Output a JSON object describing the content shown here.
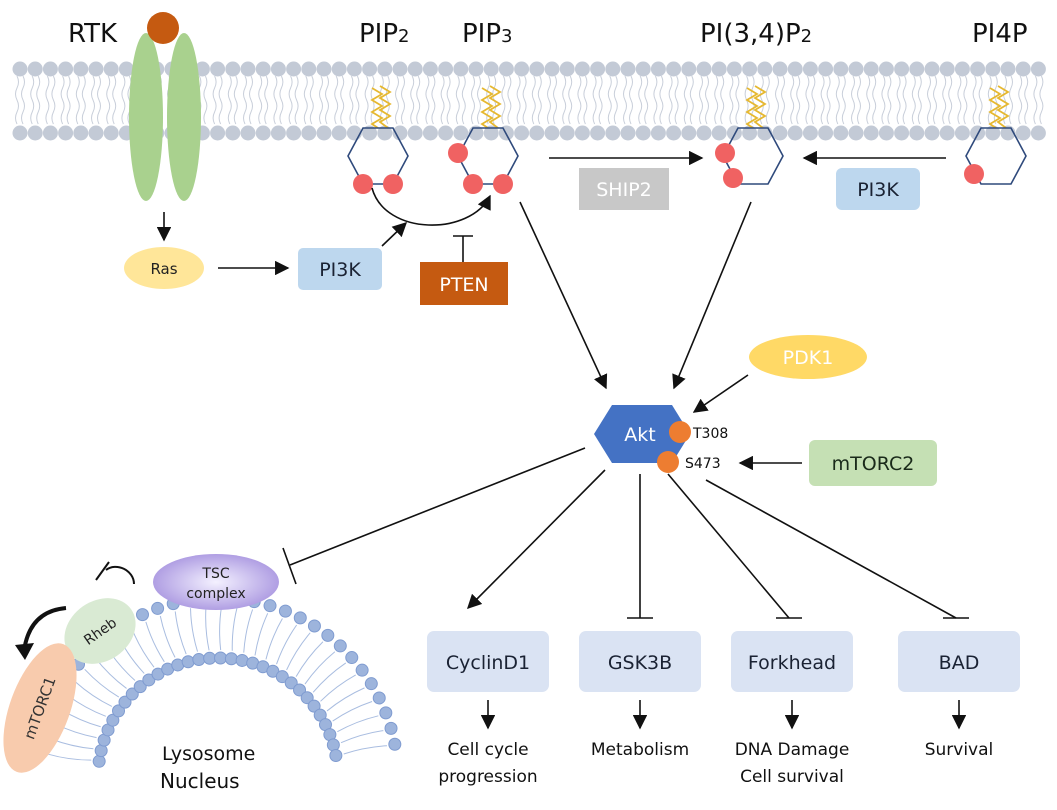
{
  "title": "PI3K/Akt signaling pathway",
  "colors": {
    "membrane_head": "#c3cad6",
    "lipid_tail": "#e6b830",
    "inositol_ring": "#2f4a7c",
    "phosphate": "#f06262",
    "rtk": "#a9d18e",
    "ligand": "#c55a11",
    "ras": "#ffe699",
    "pi3k": "#bdd7ee",
    "pten": "#c55a11",
    "ship2": "#c8c8c8",
    "pdk1": "#ffd966",
    "akt": "#4472c4",
    "akt_site": "#ed7d31",
    "mtorc2": "#c5e0b4",
    "target_box": "#dae3f3",
    "tsc": "#b4a7e5",
    "rheb": "#d9ead3",
    "mtorc1": "#f8cbad",
    "lysosome_head": "#9db4dc"
  },
  "membrane": {
    "lipids": [
      {
        "id": "pip2",
        "label": "PIP",
        "sub": "2",
        "phosphates": 2
      },
      {
        "id": "pip3",
        "label": "PIP",
        "sub": "3",
        "phosphates": 3
      },
      {
        "id": "pi34p2",
        "label": "PI(3,4)P",
        "sub": "2",
        "phosphates": 2
      },
      {
        "id": "pi4p",
        "label": "PI4P",
        "sub": "",
        "phosphates": 1
      }
    ],
    "receptor": {
      "label": "RTK"
    }
  },
  "nodes": {
    "ras": "Ras",
    "pi3k_left": "PI3K",
    "pten": "PTEN",
    "ship2": "SHIP2",
    "pi3k_right": "PI3K",
    "pdk1": "PDK1",
    "akt": "Akt",
    "t308": "T308",
    "s473": "S473",
    "mtorc2": "mTORC2",
    "tsc_line1": "TSC",
    "tsc_line2": "complex",
    "rheb": "Rheb",
    "mtorc1": "mTORC1",
    "lysosome": "Lysosome",
    "nucleus": "Nucleus"
  },
  "targets": [
    {
      "label": "CyclinD1",
      "effect": "activates",
      "outcome": [
        "Cell cycle",
        "progression"
      ]
    },
    {
      "label": "GSK3B",
      "effect": "inhibits",
      "outcome": [
        "Metabolism"
      ]
    },
    {
      "label": "Forkhead",
      "effect": "inhibits",
      "outcome": [
        "DNA Damage",
        "Cell survival"
      ]
    },
    {
      "label": "BAD",
      "effect": "inhibits",
      "outcome": [
        "Survival"
      ]
    }
  ]
}
